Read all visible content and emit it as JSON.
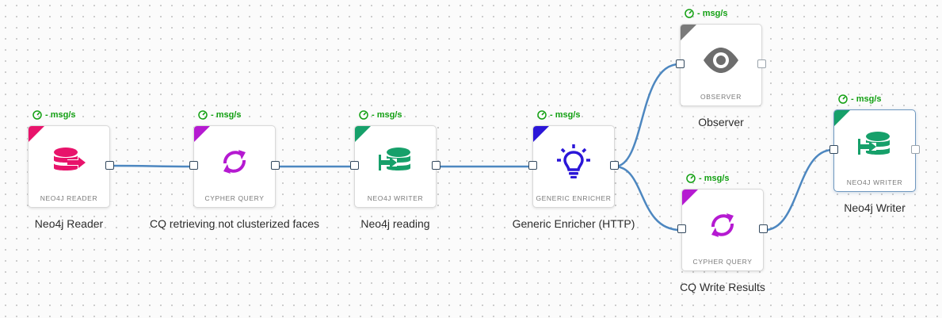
{
  "rate_text": "- msg/s",
  "nodes": [
    {
      "id": "reader",
      "type_label": "NEO4J READER",
      "label": "Neo4j Reader",
      "accent": "#e8136b",
      "icon": "database-export-icon"
    },
    {
      "id": "cq1",
      "type_label": "CYPHER QUERY",
      "label": "CQ retrieving not clusterized faces",
      "accent": "#b51ad1",
      "icon": "refresh-icon"
    },
    {
      "id": "writer1",
      "type_label": "NEO4J WRITER",
      "label": "Neo4j reading",
      "accent": "#16a06a",
      "icon": "database-import-icon"
    },
    {
      "id": "enricher",
      "type_label": "GENERIC ENRICHER",
      "label": "Generic Enricher (HTTP)",
      "accent": "#2b16d8",
      "icon": "lightbulb-icon"
    },
    {
      "id": "observer",
      "type_label": "OBSERVER",
      "label": "Observer",
      "accent": "#7a7a7a",
      "icon": "eye-icon"
    },
    {
      "id": "cq2",
      "type_label": "CYPHER QUERY",
      "label": "CQ Write Results",
      "accent": "#b51ad1",
      "icon": "refresh-icon"
    },
    {
      "id": "writer2",
      "type_label": "NEO4J WRITER",
      "label": "Neo4j Writer",
      "accent": "#16a06a",
      "icon": "database-import-icon"
    }
  ],
  "colors": {
    "edge": "#4d87c0",
    "rate": "#12a012"
  }
}
